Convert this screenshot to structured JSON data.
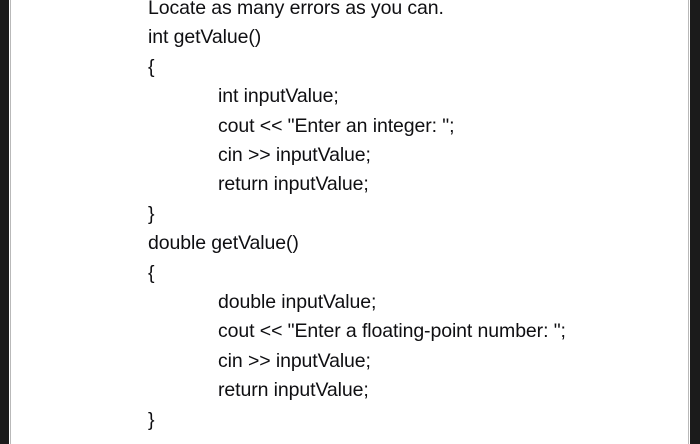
{
  "document": {
    "kind": "scanned-textbook-exercise",
    "background_color": "#ffffff",
    "text_color": "#0f0f12",
    "edge_band_color": "#1b1b1b",
    "prompt": "Locate as many errors as you can.",
    "code_lines": [
      {
        "text": "Locate as many errors as you can.",
        "indent": false
      },
      {
        "text": "int getValue()",
        "indent": false
      },
      {
        "text": "{",
        "indent": false
      },
      {
        "text": "int inputValue;",
        "indent": true
      },
      {
        "text": "cout << \"Enter an integer: \";",
        "indent": true
      },
      {
        "text": "cin >> inputValue;",
        "indent": true
      },
      {
        "text": "return inputValue;",
        "indent": true
      },
      {
        "text": "}",
        "indent": false
      },
      {
        "text": "double getValue()",
        "indent": false
      },
      {
        "text": "{",
        "indent": false
      },
      {
        "text": "double inputValue;",
        "indent": true
      },
      {
        "text": "cout << \"Enter a floating-point number: \";",
        "indent": true
      },
      {
        "text": "cin >> inputValue;",
        "indent": true
      },
      {
        "text": "return inputValue;",
        "indent": true
      },
      {
        "text": "}",
        "indent": false
      }
    ]
  }
}
